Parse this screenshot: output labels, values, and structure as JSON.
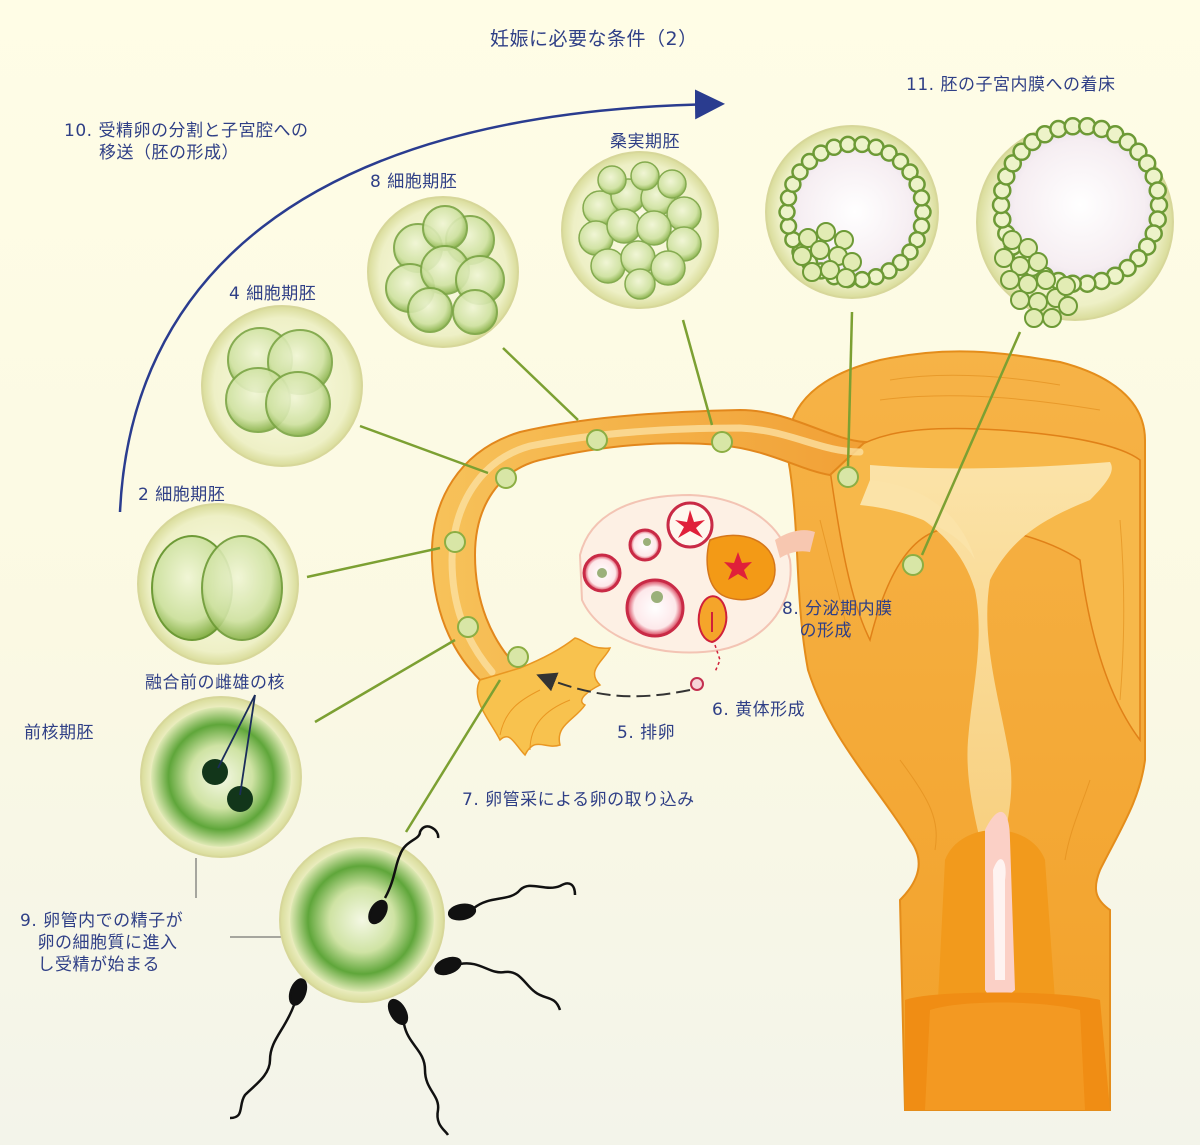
{
  "title": "妊娠に必要な条件（2）",
  "labels": {
    "step10": "10. 受精卵の分割と子宮腔への\n　　移送（胚の形成）",
    "step11": "11. 胚の子宮内膜への着床",
    "morula": "桑実期胚",
    "eight_cell": "8 細胞期胚",
    "four_cell": "4 細胞期胚",
    "two_cell": "2 細胞期胚",
    "pronuclei": "融合前の雌雄の核",
    "pronuclear": "前核期胚",
    "step9": "9. 卵管内での精子が\n　卵の細胞質に進入\n　し受精が始まる",
    "step8": "8. 分泌期内膜\n　の形成",
    "step6": "6. 黄体形成",
    "step5": "5. 排卵",
    "step7": "7. 卵管采による卵の取り込み"
  },
  "colors": {
    "text": "#2f3f86",
    "arrow": "#2a3c8f",
    "uterus_orange": "#f39a1e",
    "uterus_light": "#f7c46a",
    "embryo_green": "#9cc25a",
    "leader_line": "#7ca032"
  }
}
